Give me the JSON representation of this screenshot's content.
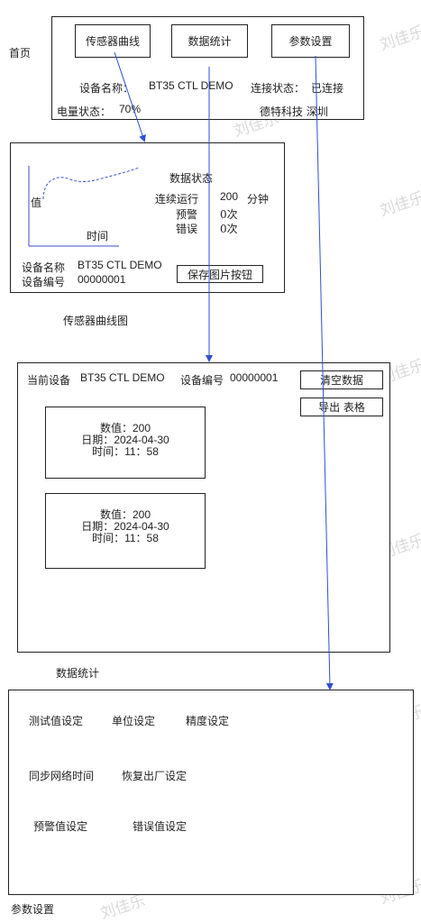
{
  "home": {
    "side_label": "首页",
    "buttons": [
      "传感器曲线",
      "数据统计",
      "参数设置"
    ],
    "device_name_label": "设备名称：",
    "device_name": "BT35 CTL DEMO",
    "connection_label": "连接状态：",
    "connection_value": "已连接",
    "battery_label": "电量状态：",
    "battery_value": "70%",
    "company": "德特科技 深圳"
  },
  "sensor": {
    "y_axis_label": "值",
    "x_axis_label": "时间",
    "status_title": "数据状态",
    "run_label": "连续运行",
    "run_value": "200",
    "run_unit": "分钟",
    "warn_label": "预警",
    "warn_value": "0次",
    "error_label": "错误",
    "error_value": "0次",
    "device_name_label": "设备名称",
    "device_name": "BT35 CTL DEMO",
    "device_no_label": "设备编号",
    "device_no": "00000001",
    "save_button": "保存图片按钮",
    "caption": "传感器曲线图"
  },
  "stats": {
    "current_device_label": "当前设备",
    "device_name": "BT35 CTL DEMO",
    "device_no_label": "设备编号",
    "device_no": "00000001",
    "clear_button": "清空数据",
    "export_button": "导出 表格",
    "records": [
      {
        "value_label": "数值：",
        "value": "200",
        "date_label": "日期：",
        "date": "2024-04-30",
        "time_label": "时间：",
        "time": "11：58"
      },
      {
        "value_label": "数值：",
        "value": "200",
        "date_label": "日期：",
        "date": "2024-04-30",
        "time_label": "时间：",
        "time": "11：58"
      }
    ],
    "caption": "数据统计"
  },
  "params": {
    "row1": [
      "测试值设定",
      "单位设定",
      "精度设定"
    ],
    "row2": [
      "同步网络时间",
      "恢复出厂设定"
    ],
    "row3": [
      "预警值设定",
      "错误值设定"
    ],
    "caption": "参数设置"
  },
  "watermark": "刘佳乐",
  "colors": {
    "arrow": "#2f4fd0",
    "border": "#222222",
    "curve": "#3a4fc8",
    "axis": "#3a4fc8"
  }
}
